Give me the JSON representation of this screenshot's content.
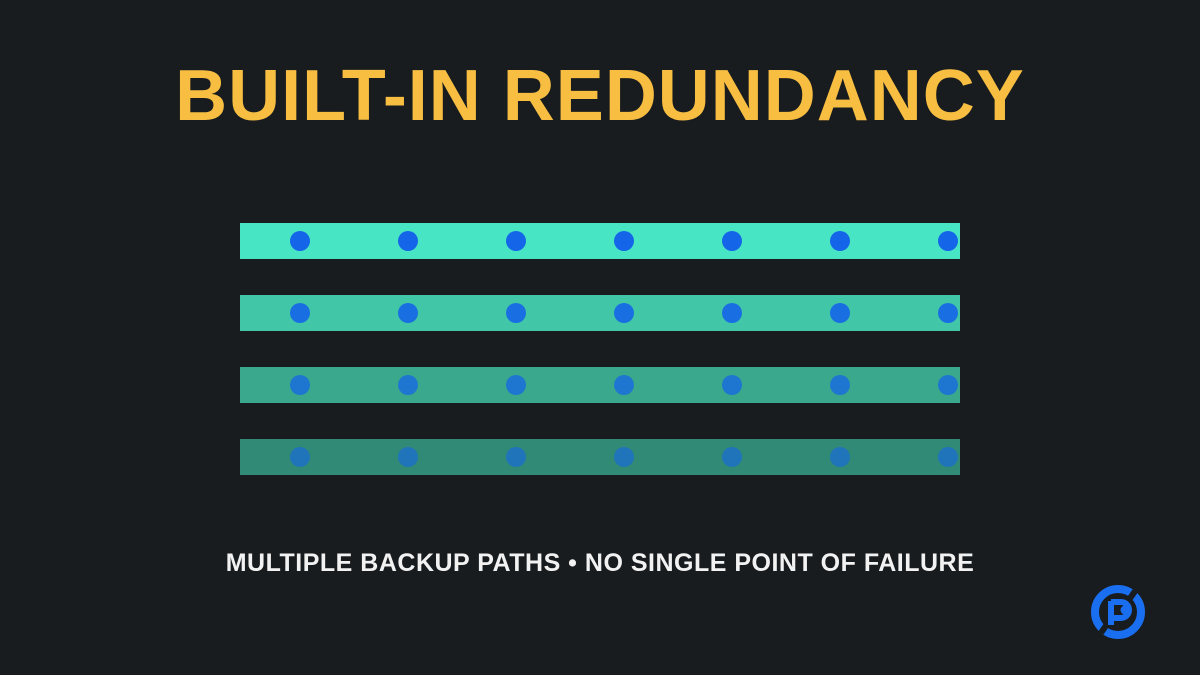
{
  "title": "BUILT-IN REDUNDANCY",
  "subtitle": "MULTIPLE BACKUP PATHS • NO SINGLE POINT OF FAILURE",
  "colors": {
    "background": "#181c1f",
    "title": "#f7be42",
    "subtitle": "#f2f2f2",
    "node": "#1565e8",
    "logo": "#1a6ff0"
  },
  "diagram": {
    "nodes_per_path": 7,
    "paths": [
      {
        "color": "#48e5c5",
        "node_opacity": 1.0
      },
      {
        "color": "#41c6a8",
        "node_opacity": 0.9
      },
      {
        "color": "#3aa88c",
        "node_opacity": 0.75
      },
      {
        "color": "#318a76",
        "node_opacity": 0.6
      }
    ]
  },
  "logo": {
    "icon": "brand-logo-icon"
  }
}
